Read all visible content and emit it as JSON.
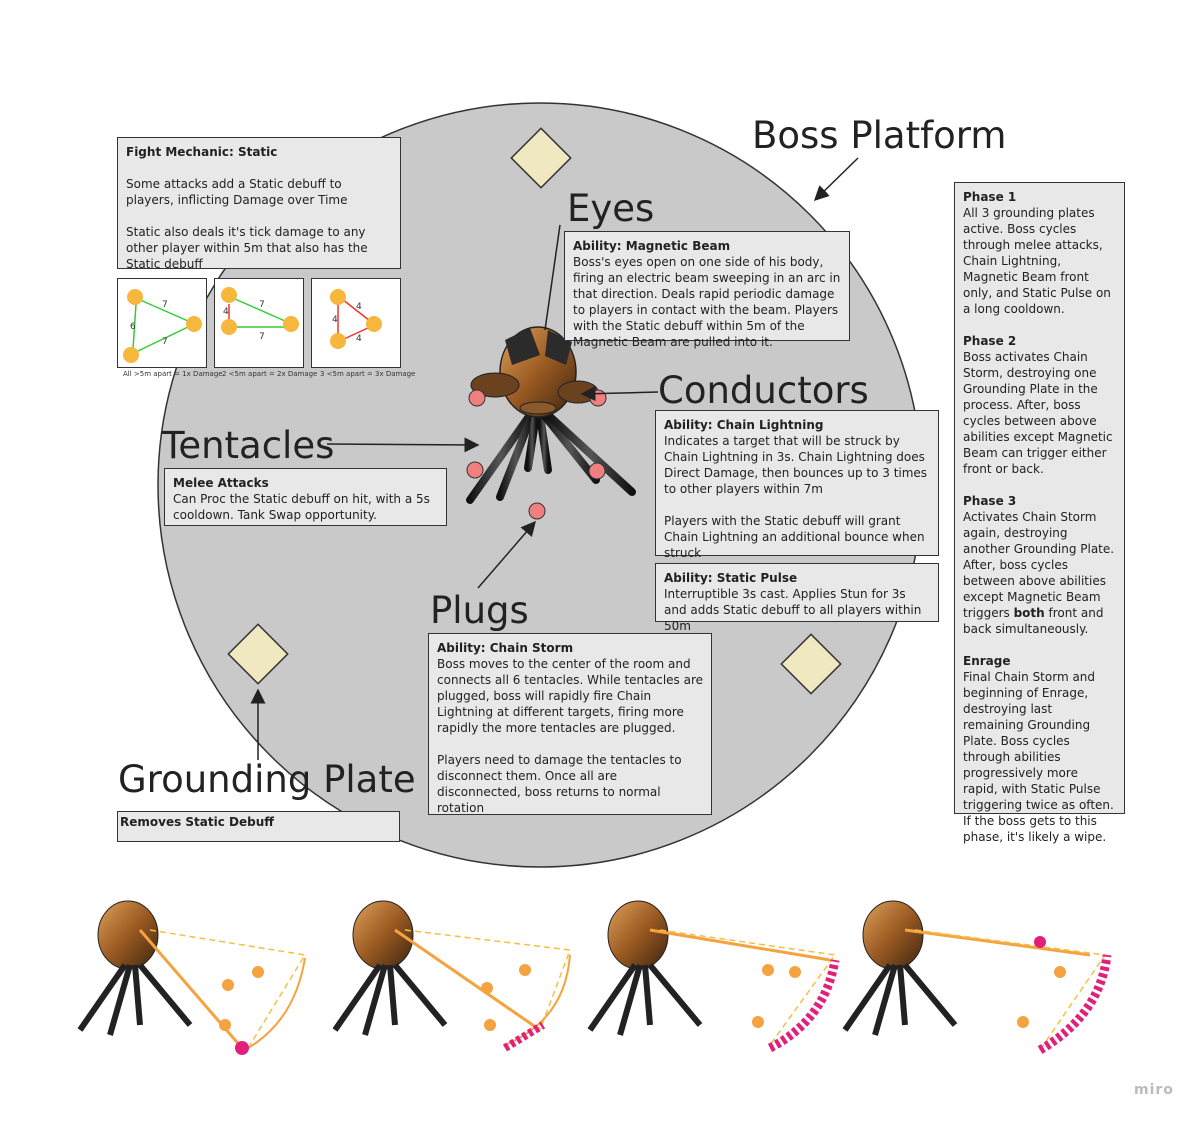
{
  "labels": {
    "boss_platform": "Boss Platform",
    "eyes": "Eyes",
    "conductors": "Conductors",
    "tentacles": "Tentacles",
    "plugs": "Plugs",
    "grounding_plate": "Grounding Plate"
  },
  "static_card": {
    "title": "Fight Mechanic: Static",
    "p1": "Some attacks add a Static debuff to players, inflicting Damage over Time",
    "p2": "Static also deals it's tick damage to any other player within 5m that also has the Static debuff"
  },
  "static_examples": [
    {
      "caption": "All >5m apart = 1x Damage",
      "dists": [
        "7",
        "6",
        "7"
      ]
    },
    {
      "caption": "2 <5m apart = 2x Damage",
      "dists": [
        "7",
        "4",
        "7"
      ]
    },
    {
      "caption": "3 <5m apart = 3x Damage",
      "dists": [
        "4",
        "4",
        "4"
      ]
    }
  ],
  "magnetic_beam": {
    "title": "Ability: Magnetic Beam",
    "body": "Boss's eyes open on one side of his body, firing an electric beam sweeping in an arc in that direction. Deals rapid periodic damage to players in contact with the beam. Players with the Static debuff within 5m of the Magnetic Beam are pulled into it."
  },
  "chain_lightning": {
    "title": "Ability: Chain Lightning",
    "p1": "Indicates a target that will be struck by Chain Lightning in 3s. Chain Lightning does Direct Damage, then bounces up to 3 times to other players within 7m",
    "p2": "Players with the Static debuff will grant Chain Lightning an additional bounce when struck"
  },
  "static_pulse": {
    "title": "Ability: Static Pulse",
    "body": "Interruptible 3s cast. Applies Stun for 3s and adds Static debuff to all players within 50m"
  },
  "melee": {
    "title": "Melee Attacks",
    "body": "Can Proc the Static debuff on hit, with a 5s cooldown. Tank Swap opportunity."
  },
  "chain_storm": {
    "title": "Ability: Chain Storm",
    "p1": "Boss moves to the center of the room and connects all 6 tentacles. While tentacles are plugged, boss will rapidly fire Chain Lightning at different targets, firing more rapidly the more tentacles are plugged.",
    "p2": "Players need to damage the tentacles to disconnect them. Once all are disconnected, boss returns to normal rotation"
  },
  "grounding": {
    "body": "Removes Static Debuff"
  },
  "phases": {
    "p1_title": "Phase 1",
    "p1_body": "All 3 grounding plates active. Boss cycles through melee attacks, Chain Lightning, Magnetic Beam front only, and Static Pulse on a long cooldown.",
    "p2_title": "Phase 2",
    "p2_body": "Boss activates Chain Storm, destroying one Grounding Plate in the process. After, boss cycles between above abilities except Magnetic Beam can trigger either front or back.",
    "p3_title": "Phase 3",
    "p3_body_a": "Activates Chain Storm again, destroying another Grounding Plate. After, boss cycles between above abilities except Magnetic Beam triggers ",
    "p3_bold": "both",
    "p3_body_b": " front and back simultaneously.",
    "enrage_title": "Enrage",
    "enrage_body": "Final Chain Storm and beginning of Enrage, destroying last remaining Grounding Plate. Boss cycles through abilities progressively more rapid, with Static Pulse triggering twice as often. If the boss gets to this phase, it's likely a wipe."
  },
  "watermark": "miro",
  "colors": {
    "platform": "#c9c9c9",
    "plate": "#efe8c0",
    "plug": "#f08080",
    "boss_bronze": "#b87333",
    "beam": "#f4a340",
    "burst": "#e0207a"
  }
}
